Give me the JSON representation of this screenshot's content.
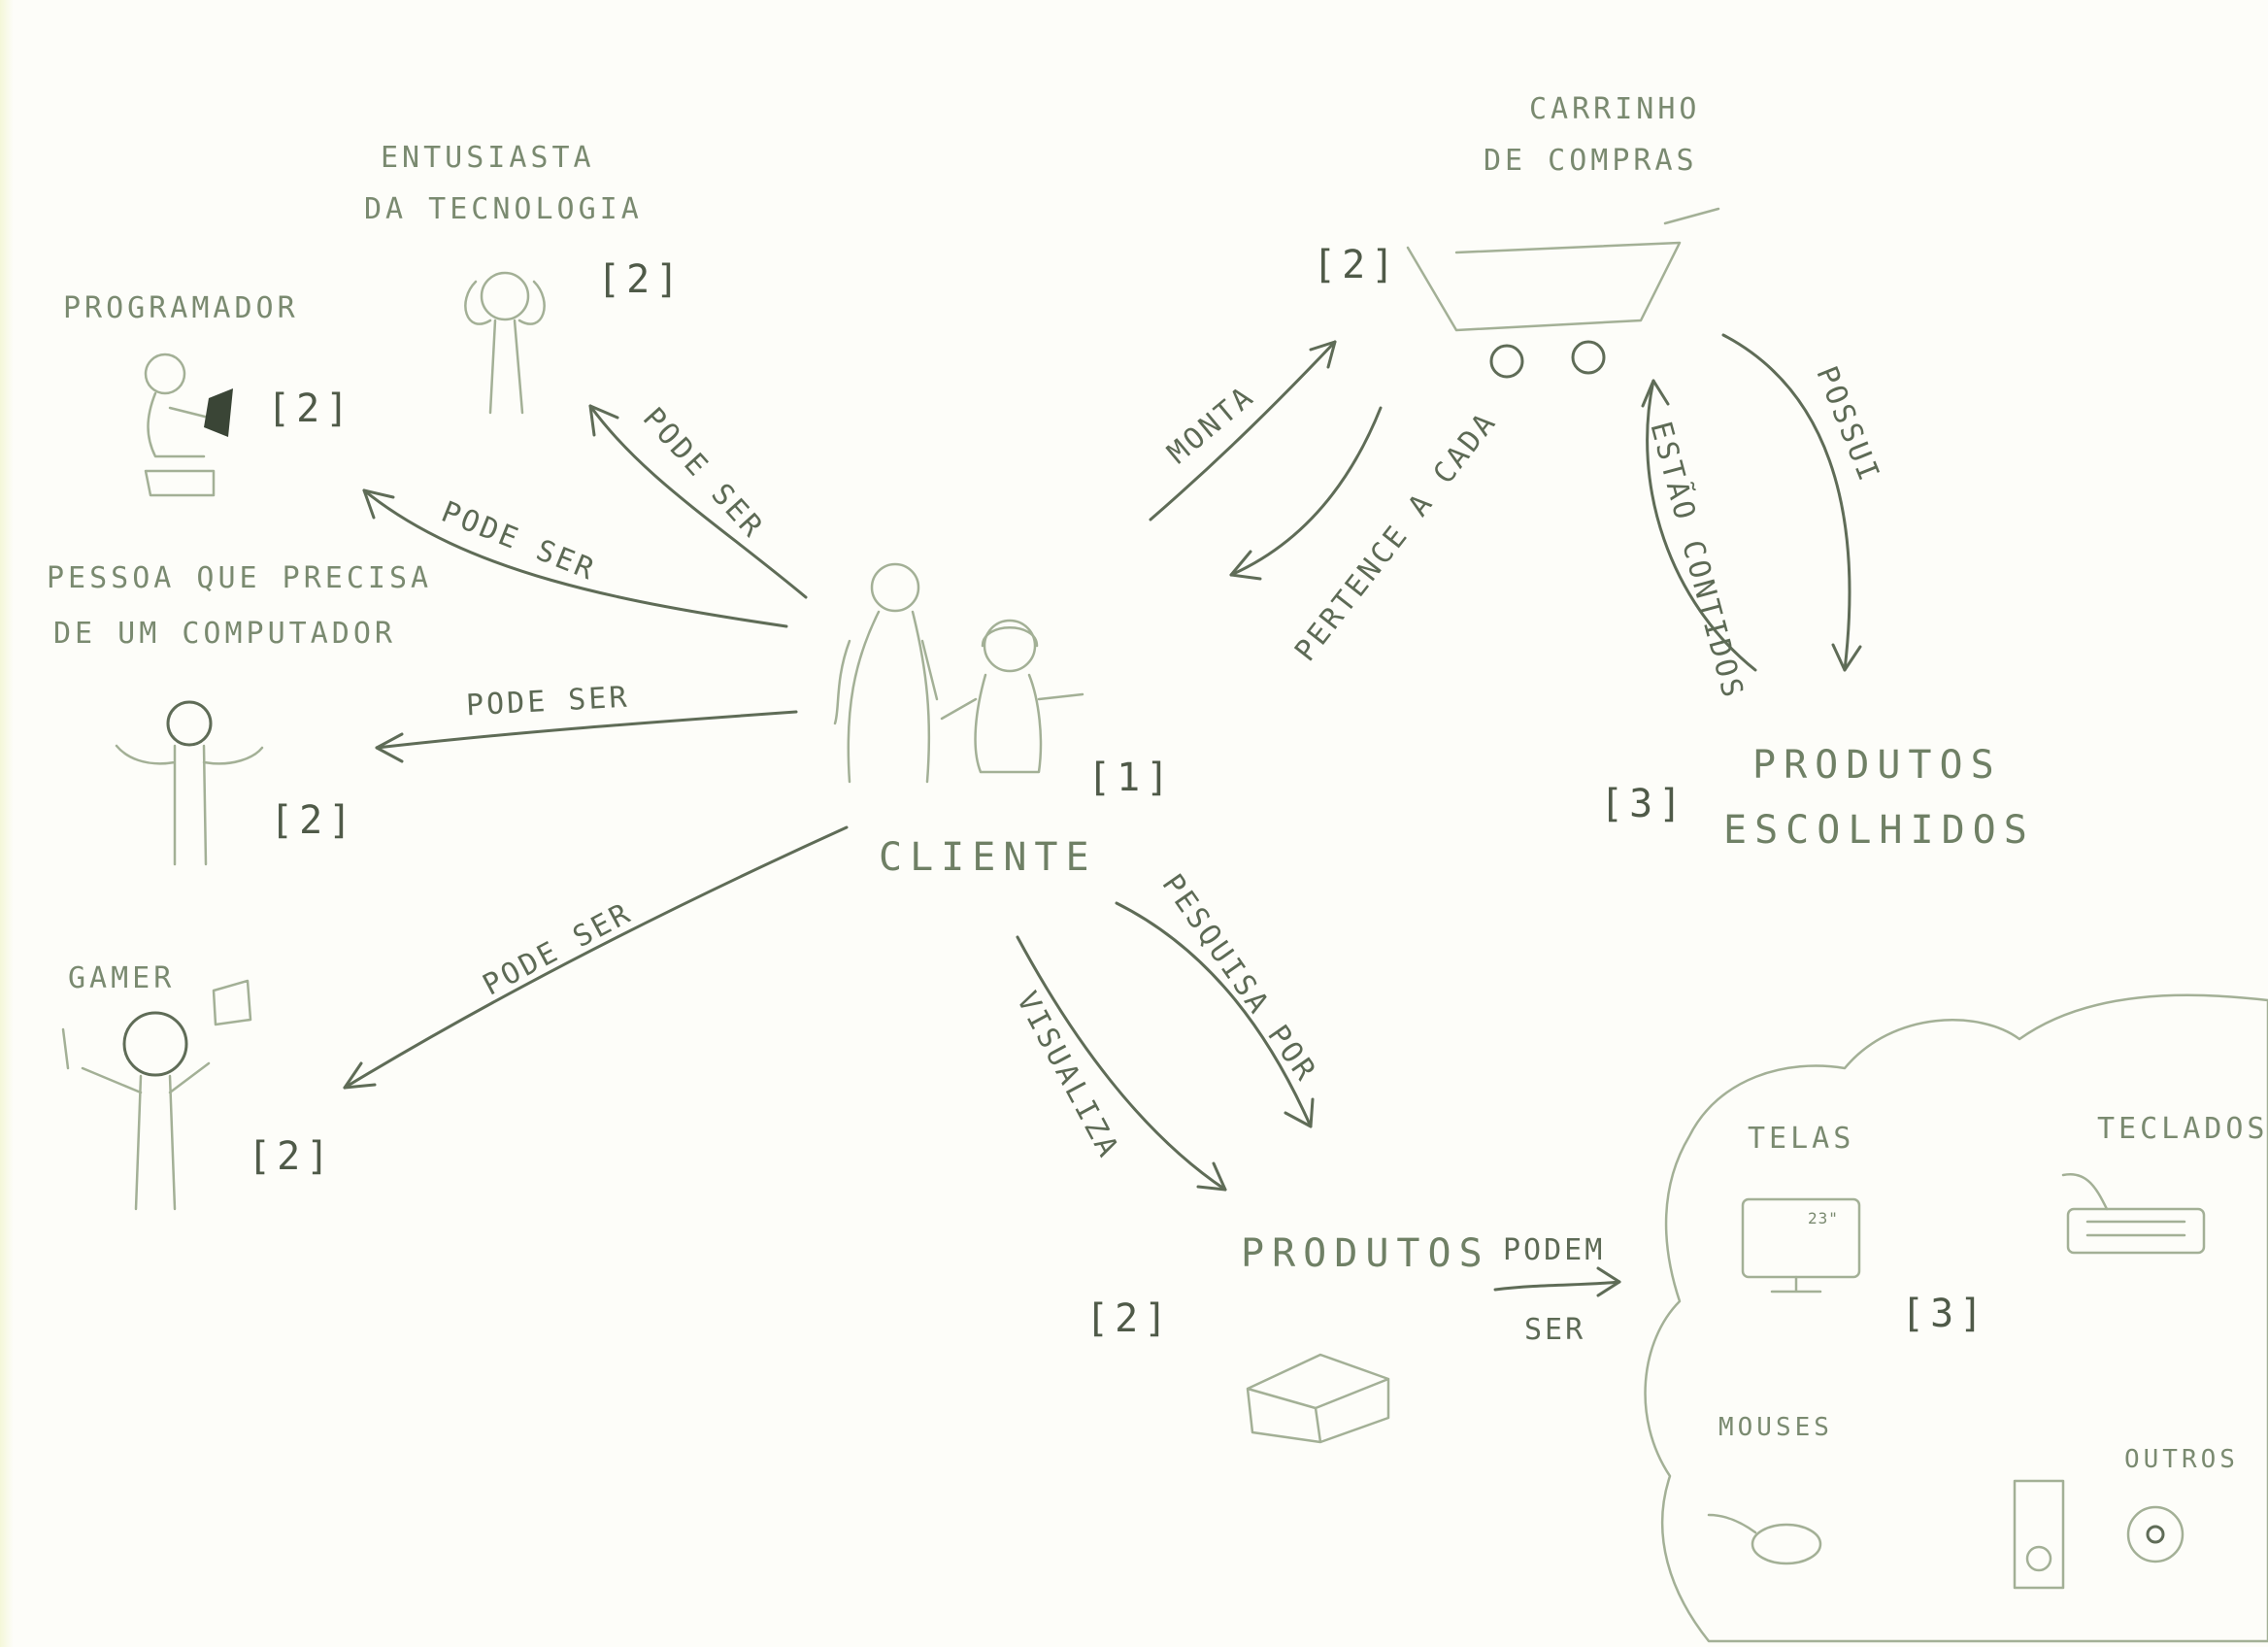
{
  "nodes": {
    "cliente": {
      "label": "CLIENTE",
      "tag": "[1]"
    },
    "entusiasta": {
      "label_line1": "ENTUSIASTA",
      "label_line2": "DA TECNOLOGIA",
      "tag": "[2]"
    },
    "programador": {
      "label": "PROGRAMADOR",
      "tag": "[2]"
    },
    "pessoa": {
      "label_line1": "PESSOA QUE PRECISA",
      "label_line2": "DE UM COMPUTADOR",
      "tag": "[2]"
    },
    "gamer": {
      "label": "GAMER",
      "tag": "[2]"
    },
    "carrinho": {
      "label_line1": "CARRINHO",
      "label_line2": "DE COMPRAS",
      "tag": "[2]"
    },
    "produtos_escolhidos": {
      "label_line1": "PRODUTOS",
      "label_line2": "ESCOLHIDOS",
      "tag": "[3]"
    },
    "produtos": {
      "label": "PRODUTOS",
      "tag": "[2]"
    },
    "categorias": {
      "tag": "[3]",
      "telas": "TELAS",
      "tela_screen_text": "23\"",
      "teclados": "TECLADOS",
      "mouses": "MOUSES",
      "outros": "OUTROS"
    }
  },
  "edges": {
    "pode_ser": "PODE SER",
    "monta": "MONTA",
    "pertence_a_cada": "PERTENCE A CADA",
    "possui": "POSSUI",
    "estao_contidos": "ESTÃO CONTIDOS",
    "pesquisa_por": "PESQUISA POR",
    "visualiza": "VISUALIZA",
    "podem_ser_line1": "PODEM",
    "podem_ser_line2": "SER"
  }
}
